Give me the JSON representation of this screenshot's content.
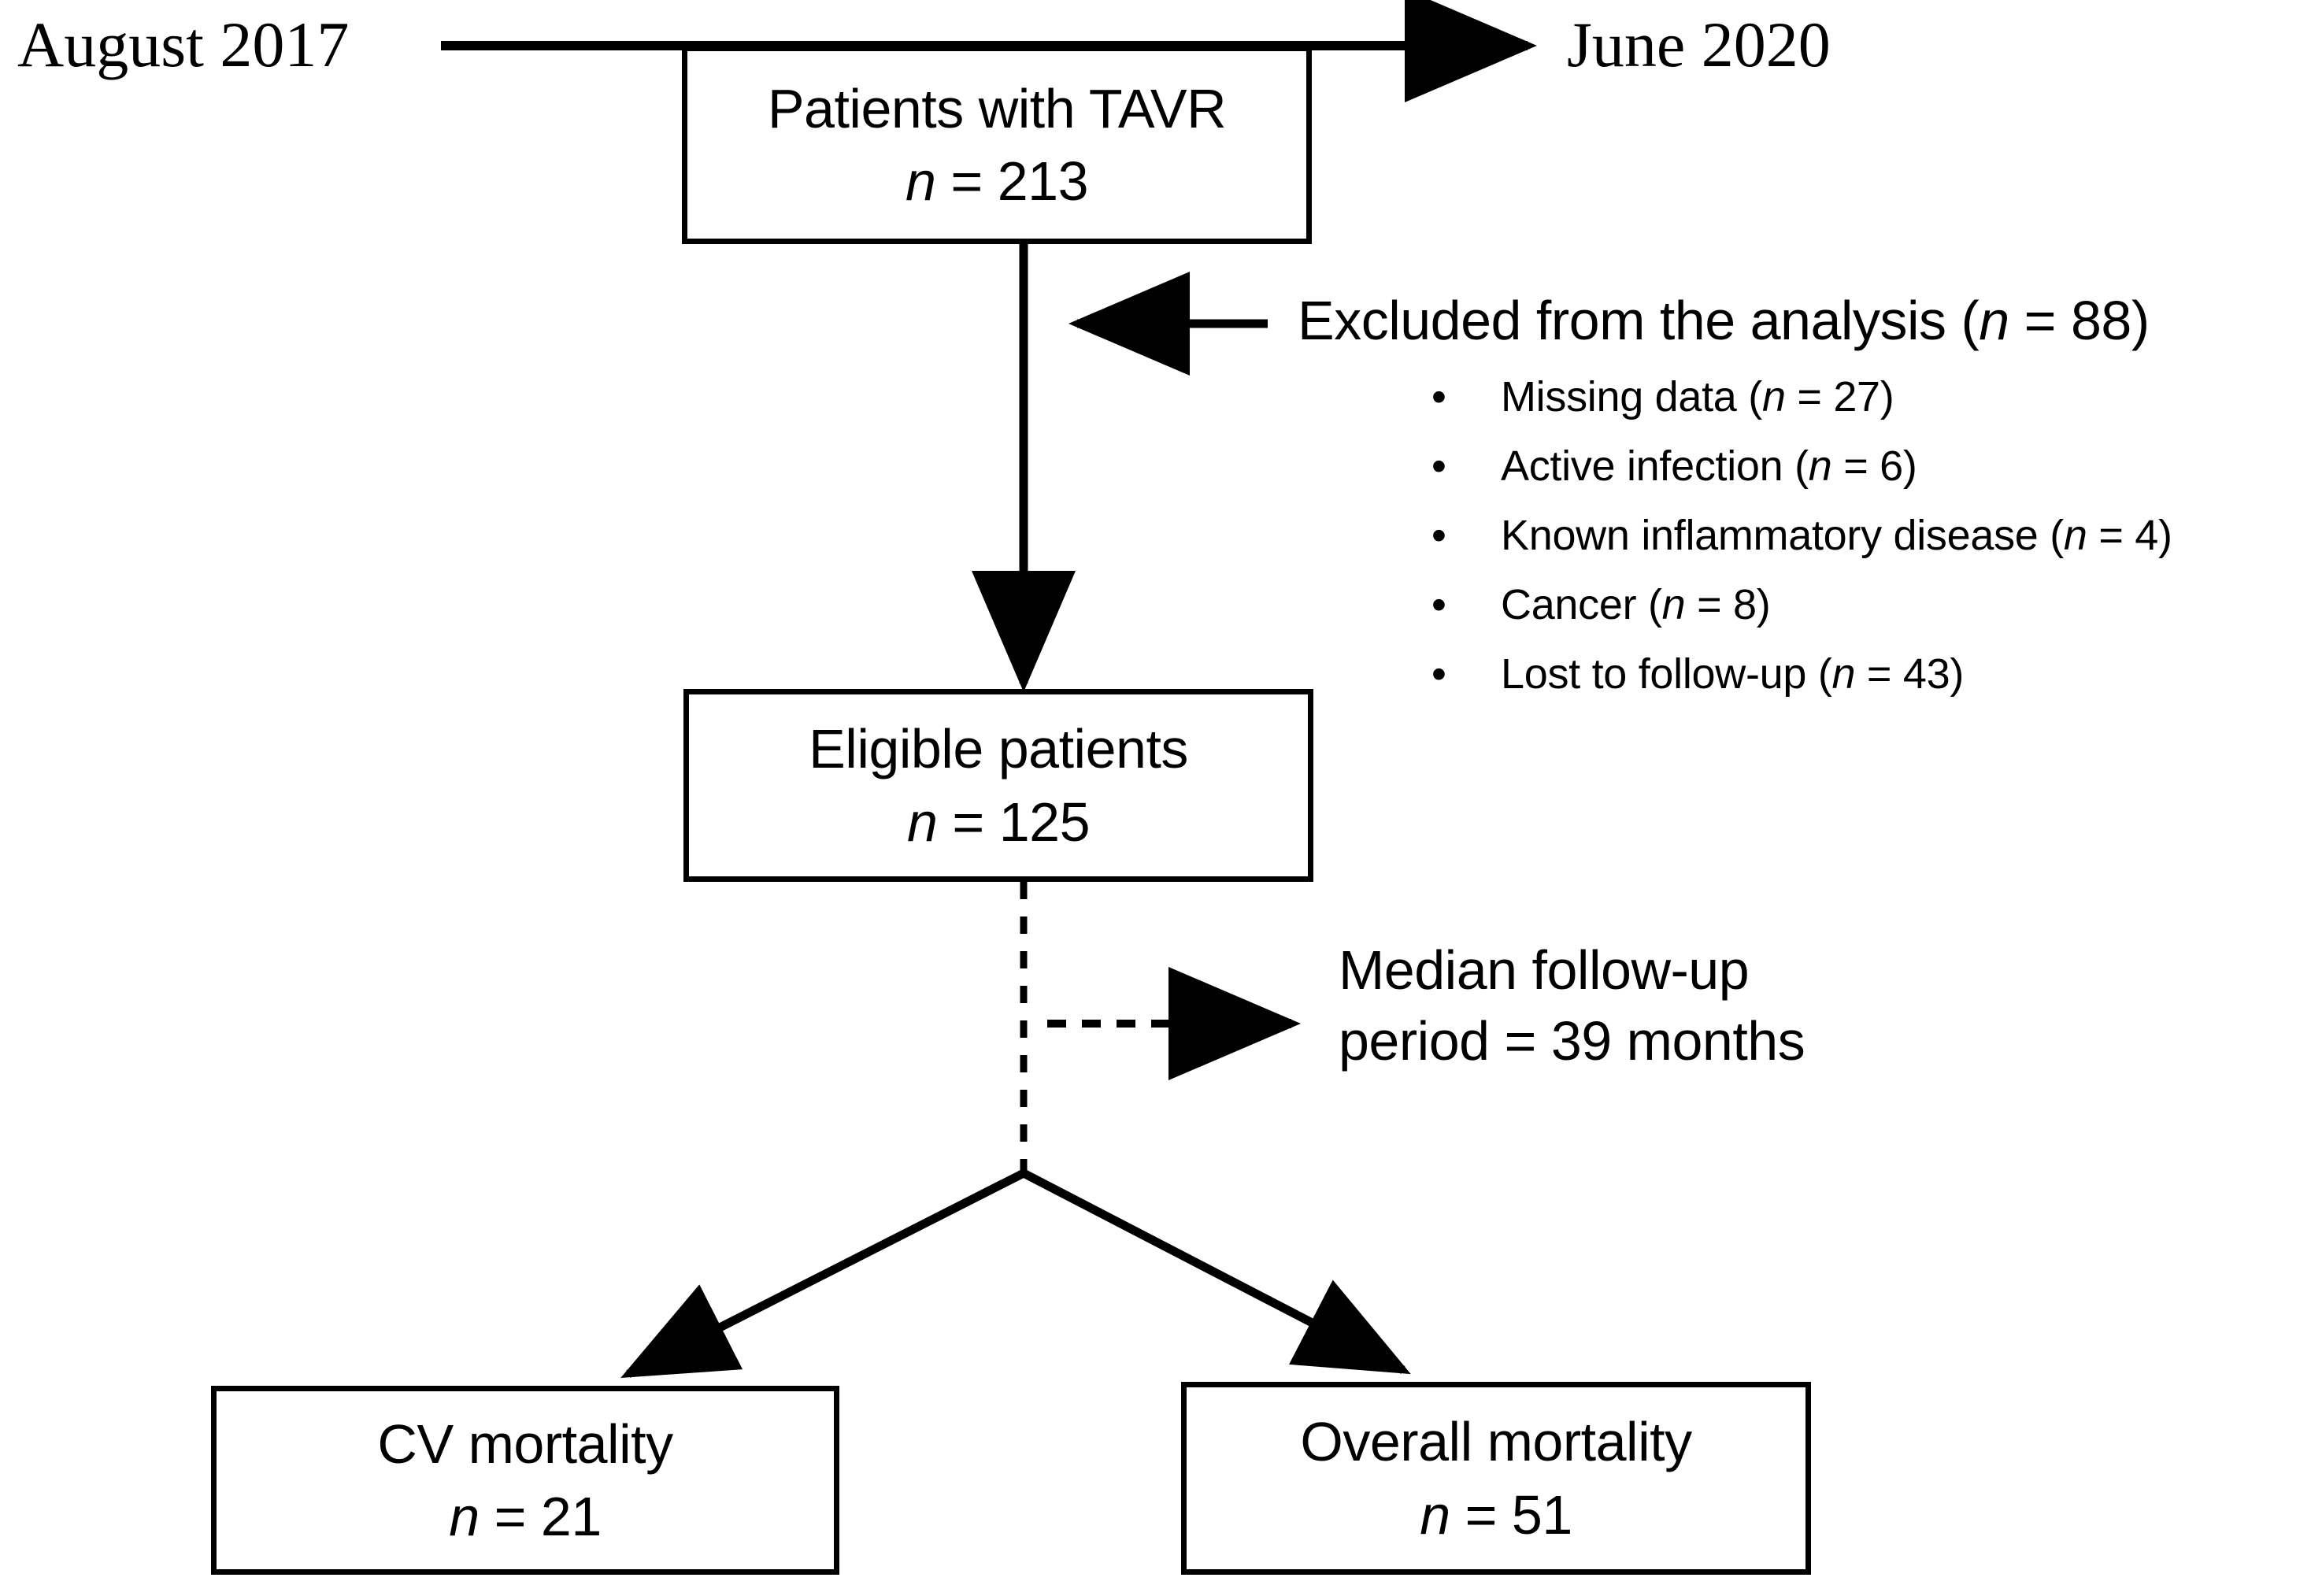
{
  "figure": {
    "type": "flowchart",
    "description": "Patient enrollment flow diagram for a TAVR study"
  },
  "timeline": {
    "start_label": "August 2017",
    "end_label": "June 2020",
    "arrow_icon": "right-arrow-icon"
  },
  "nodes": {
    "enrolled": {
      "title": "Patients with TAVR",
      "count_prefix": "n",
      "count_equals": " = ",
      "count_value": "213",
      "count_text": "n = 213"
    },
    "eligible": {
      "title": "Eligible patients",
      "count_prefix": "n",
      "count_equals": " = ",
      "count_value": "125",
      "count_text": "n = 125"
    },
    "cv_mortality": {
      "title": "CV mortality",
      "count_prefix": "n",
      "count_equals": " = ",
      "count_value": "21",
      "count_text": "n = 21"
    },
    "overall_mortality": {
      "title": "Overall mortality",
      "count_prefix": "n",
      "count_equals": " = ",
      "count_value": "51",
      "count_text": "n = 51"
    }
  },
  "exclusions": {
    "heading_before": "Excluded from the analysis (",
    "heading_n": "n",
    "heading_after": " = 88)",
    "heading_full": "Excluded from the analysis (n = 88)",
    "total": 88,
    "items": [
      {
        "bullet": "•",
        "label_before": "Missing data (",
        "label_n": "n",
        "label_after": " = 27)",
        "label_full": "Missing data (n = 27)",
        "value": 27
      },
      {
        "bullet": "•",
        "label_before": "Active infection (",
        "label_n": "n",
        "label_after": " = 6)",
        "label_full": "Active infection (n = 6)",
        "value": 6
      },
      {
        "bullet": "•",
        "label_before": "Known inflammatory disease (",
        "label_n": "n",
        "label_after": " = 4)",
        "label_full": "Known inflammatory disease (n = 4)",
        "value": 4
      },
      {
        "bullet": "•",
        "label_before": "Cancer (",
        "label_n": "n",
        "label_after": " = 8)",
        "label_full": "Cancer (n = 8)",
        "value": 8
      },
      {
        "bullet": "•",
        "label_before": "Lost to follow-up (",
        "label_n": "n",
        "label_after": " = 43)",
        "label_full": "Lost to follow-up (n = 43)",
        "value": 43
      }
    ]
  },
  "followup": {
    "line1": "Median follow-up",
    "line2": "period = 39 months",
    "months": 39
  },
  "colors": {
    "stroke": "#000000",
    "background": "#ffffff",
    "text": "#000000"
  }
}
